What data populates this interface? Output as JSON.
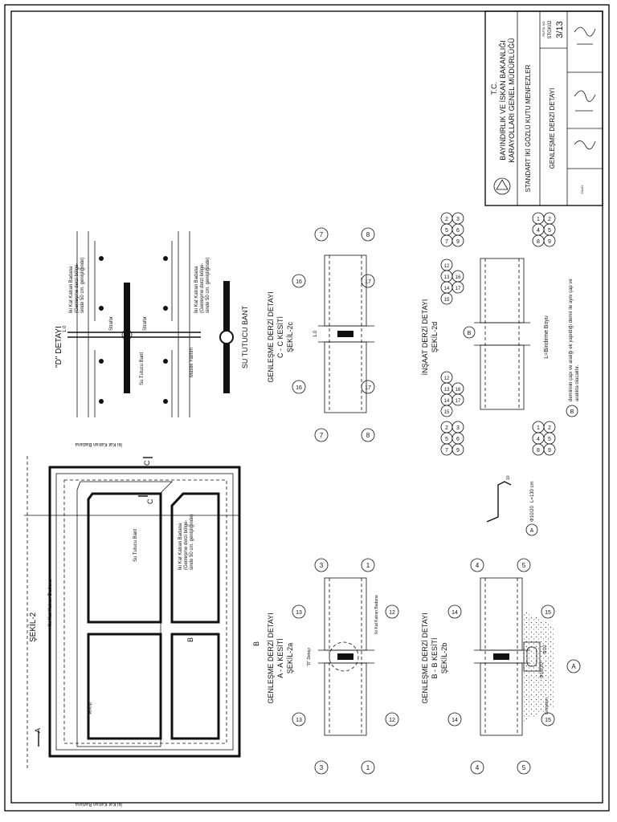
{
  "title_block": {
    "org_line1": "T.C.",
    "org_line2": "BAYINDIRLIK VE İSKAN BAKANLIĞI",
    "org_line3": "KARAYOLLARI GENEL MÜDÜRLÜĞÜ",
    "project": "STANDART İKİ GÖZLÜ KUTU MENFEZLER",
    "drawing_title": "GENLEŞME DERZİ DETAYI",
    "pafta_no_label": "PAFTA NO",
    "code": "STGK02",
    "sheet": "3/13",
    "approval_label": "ONAY"
  },
  "labels": {
    "sekil2": "ŞEKİL-2",
    "katran_top": "İki Kat Katran Badana",
    "katran_bottom": "İki Kat Katran Badana",
    "katran_left": "İki Kat Katran Badana",
    "su_tutucu": "Su Tutucu Bant",
    "katran_mid1": "İki Kat Katran Badana",
    "katran_mid2": "(Genleşme derzi bölge-",
    "katran_mid3": "sinde 50 cm. genişliğinde)",
    "duvar": "duvar",
    "a_arrow": "A",
    "b_arrow": "B",
    "c_arrow": "C",
    "d_title": "\"D\" DETAYI",
    "d_katran1": "İki Kat Katran Badana",
    "d_katran2": "(Genleşme derzi bölge-",
    "d_katran3": "sinde 50 cm. genişliğinde)",
    "d_katran4": "İki Kat Katran Badana",
    "d_katran5": "(Genleşme derzi bölge-",
    "d_katran6": "sinde 50 cm. genişliğinde)",
    "d_strafor1": "Strafor",
    "d_strafor2": "Strafor",
    "d_sututucu": "Su Tutucu Bant",
    "d_mastik": "Mastik Yalıtım",
    "d_dim": "1.0",
    "su_tutucu_bant": "SU TUTUCU BANT",
    "cc_l1": "GENLEŞME DERZİ DETAYI",
    "cc_l2": "C - C KESİTİ",
    "cc_l3": "ŞEKİL-2c",
    "ins_l1": "İNŞAAT DERZİ DETAYI",
    "ins_l2": "ŞEKİL-2d",
    "bindirme": "L=Bindirme Boyu",
    "b_note1": "demirinin çapı ve aralığı ek yapıldığı demir ile aynı çap ve",
    "b_note2": "aralıkta olacaktır.",
    "aa_l1": "GENLEŞME DERZİ DETAYI",
    "aa_l2": "A - A KESİTİ",
    "aa_l3": "ŞEKİL-2a",
    "d_detay_ref": "\"D\" Detayı",
    "bb_l1": "GENLEŞME DERZİ DETAYI",
    "bb_l2": "B - B KESİTİ",
    "bb_l3": "ŞEKİL-2b",
    "phi10_20": "Φ10/20",
    "phi10": "Φ10",
    "grobeton": "Grobeton",
    "bar_a": "Φ10/20",
    "bar_l": "L=130 cm",
    "bar_dims": "10"
  },
  "callouts": {
    "c1": "1",
    "c2": "2",
    "c3": "3",
    "c4": "4",
    "c5": "5",
    "c6": "6",
    "c7": "7",
    "c8": "8",
    "c9": "9",
    "c12": "12",
    "c13": "13",
    "c14": "14",
    "c15": "15",
    "c16": "16",
    "c17": "17",
    "cA": "A",
    "cB": "B"
  }
}
